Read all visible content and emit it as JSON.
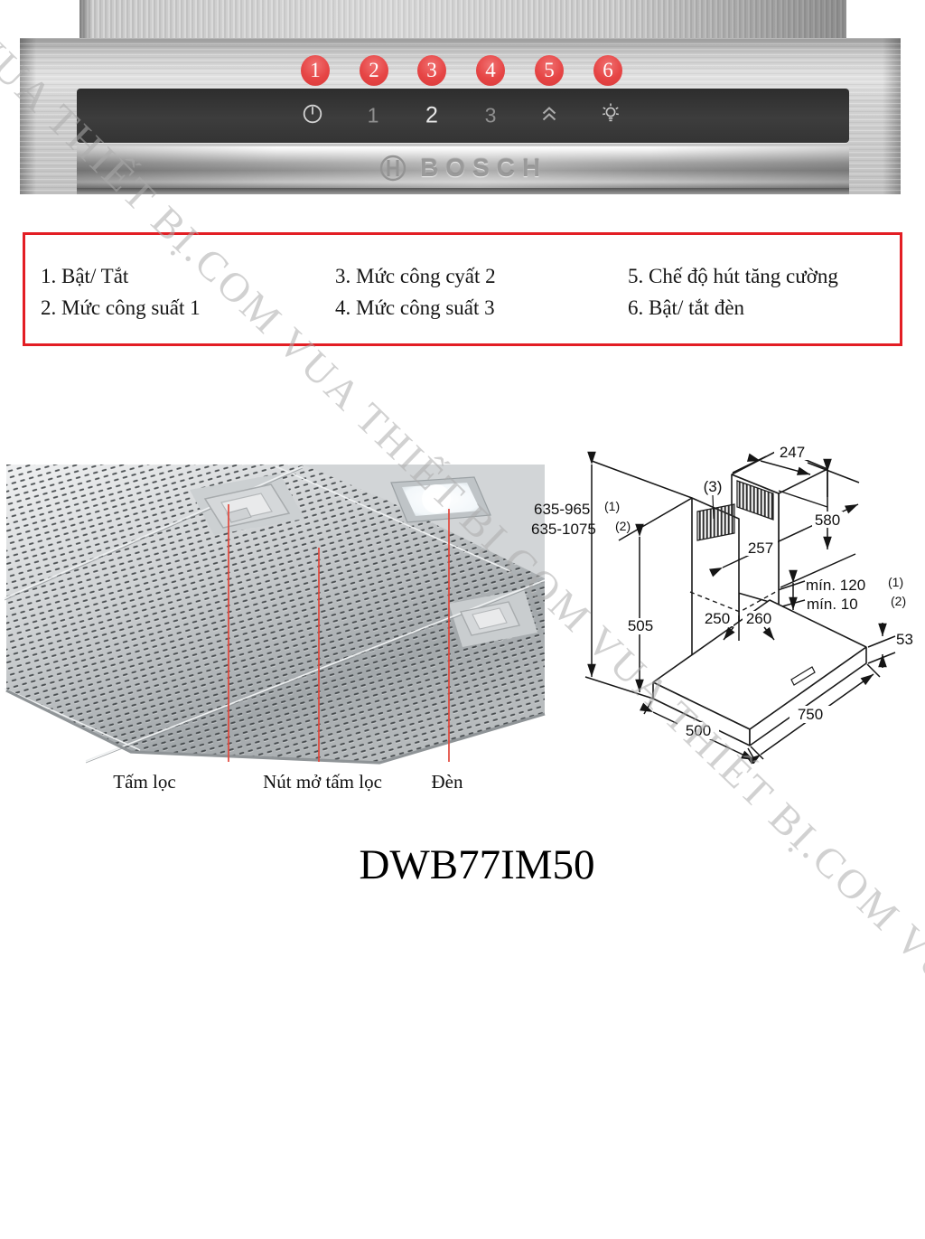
{
  "brand": {
    "name": "BOSCH"
  },
  "model": "DWB77IM50",
  "watermark": {
    "text": "VUA THIẾT BỊ.COM   VUA THIẾT BỊ.COM   VUA THIẾT BỊ.COM   VUA THIẾT BỊ.COM"
  },
  "controls": {
    "badges": [
      "1",
      "2",
      "3",
      "4",
      "5",
      "6"
    ],
    "buttons": {
      "speed1": "1",
      "speed2": "2",
      "speed3": "3"
    }
  },
  "legend": {
    "items": [
      "1. Bật/ Tắt",
      "2. Mức công suất 1",
      "3. Mức công суất 2",
      "4. Mức công suất 3",
      "5. Chế độ hút tăng cường",
      "6. Bật/ tắt đèn"
    ]
  },
  "photo": {
    "labels": [
      "Tấm lọc",
      "Nút mở tấm lọc",
      "Đèn"
    ]
  },
  "diagram": {
    "d247": "247",
    "c3": "(3)",
    "h1a": "635-965",
    "h1b": "(1)",
    "h2a": "635-1075",
    "h2b": "(2)",
    "d580": "580",
    "d257": "257",
    "min120": "mín. 120",
    "min120n": "(1)",
    "min10": "mín. 10",
    "min10n": "(2)",
    "d250": "250",
    "d260": "260",
    "d505": "505",
    "d53": "53",
    "d500": "500",
    "d750": "750"
  },
  "colors": {
    "legend_border_red": "#e31e24",
    "badge_red": "#e64545",
    "leader_red": "#e2483d"
  }
}
